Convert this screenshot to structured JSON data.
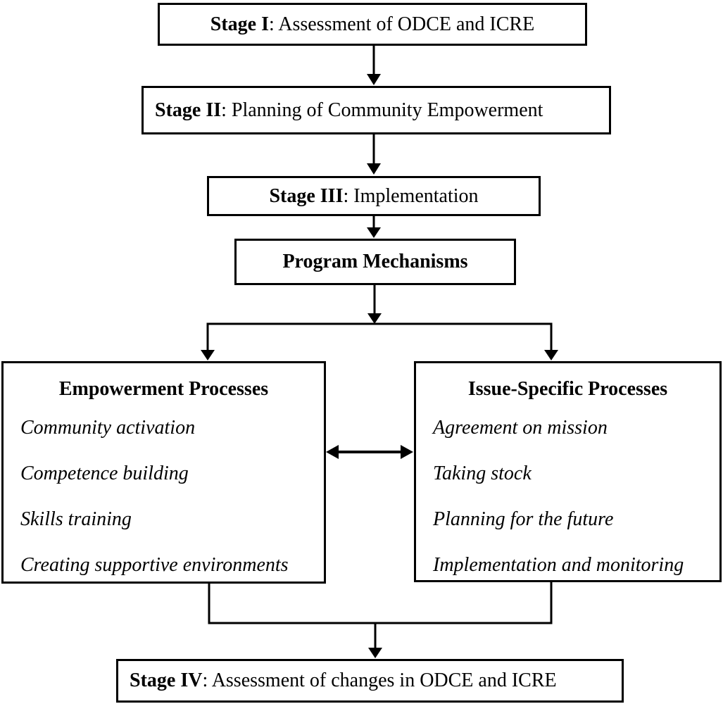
{
  "diagram": {
    "stage1": {
      "label_bold": "Stage I",
      "label_rest": ": Assessment of ODCE and ICRE"
    },
    "stage2": {
      "label_bold": "Stage II",
      "label_rest": ": Planning of Community Empowerment"
    },
    "stage3": {
      "label_bold": "Stage III",
      "label_rest": ": Implementation"
    },
    "program_mechanisms": {
      "label": "Program Mechanisms"
    },
    "empowerment": {
      "title": "Empowerment Processes",
      "items": [
        "Community activation",
        "Competence building",
        "Skills training",
        "Creating supportive environments"
      ]
    },
    "issue_specific": {
      "title": "Issue-Specific Processes",
      "items": [
        "Agreement on mission",
        "Taking stock",
        "Planning for the future",
        "Implementation and monitoring"
      ]
    },
    "stage4": {
      "label_bold": "Stage IV",
      "label_rest": ": Assessment of changes in ODCE and ICRE"
    },
    "colors": {
      "line": "#000000",
      "border": "#000000",
      "background": "#ffffff",
      "text": "#000000"
    }
  }
}
